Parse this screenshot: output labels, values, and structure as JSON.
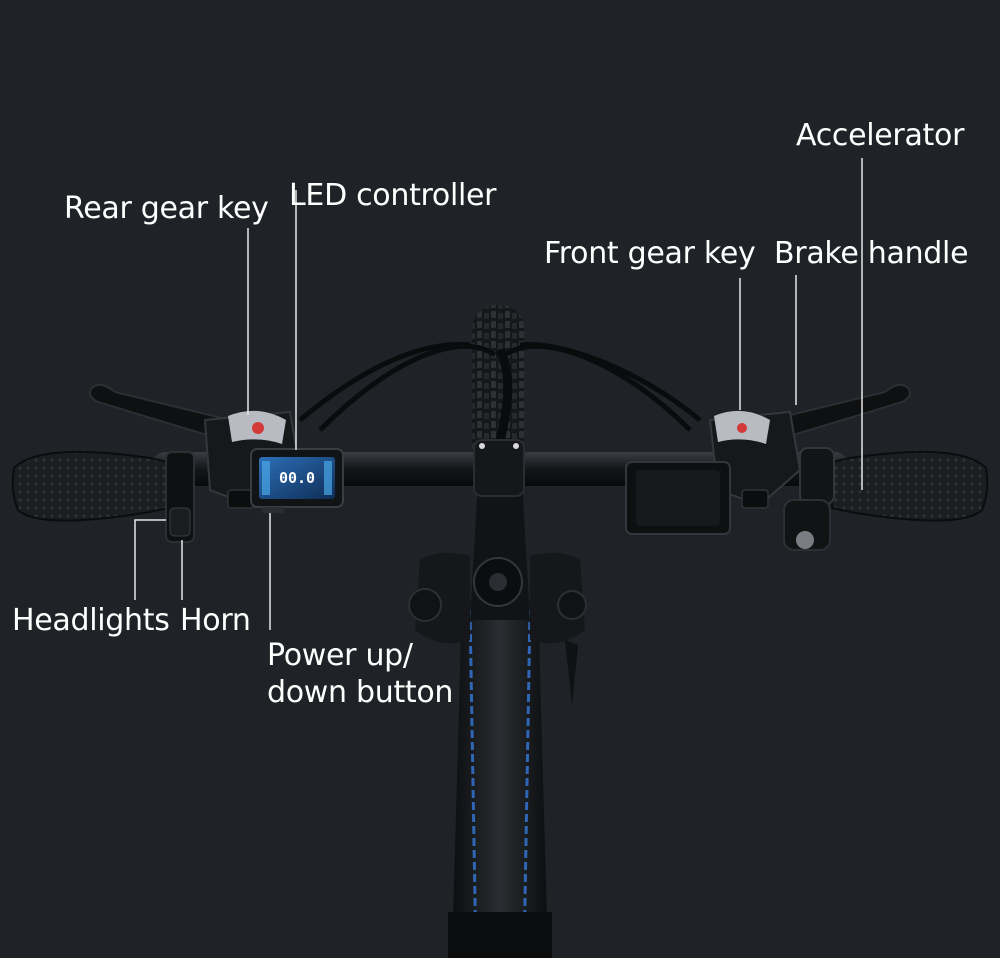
{
  "labels": {
    "accelerator": "Accelerator",
    "led_controller": "LED controller",
    "rear_gear_key": "Rear gear key",
    "front_gear_key": "Front gear key",
    "brake_handle": "Brake handle",
    "headlights": "Headlights",
    "horn": "Horn",
    "power_button_line1": "Power up/",
    "power_button_line2": "down button"
  },
  "display": {
    "speed": "00.0"
  },
  "colors": {
    "background": "#1f2226",
    "label_text": "#ffffff",
    "callout_line": "#e8e8e8",
    "display_screen": "#4aa8e8"
  }
}
